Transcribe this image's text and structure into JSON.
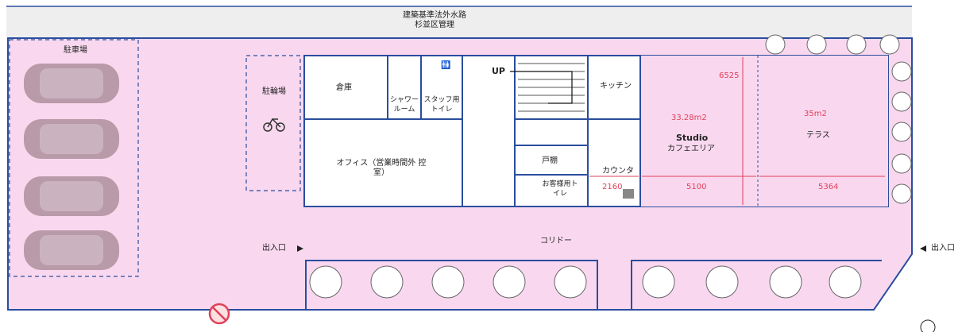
{
  "waterway": {
    "line1": "建築基準法外水路",
    "line2": "杉並区管理"
  },
  "parking": {
    "label": "駐車場",
    "car_count": 4
  },
  "bicycle_parking": {
    "label": "駐輪場",
    "icon": "bicycle-icon"
  },
  "rooms": {
    "storage": "倉庫",
    "shower": "シャワールーム",
    "staff_toilet": "スタッフ用トイレ",
    "office": "オフィス（営業時間外 控室）",
    "kitchen": "キッチン",
    "closet": "戸棚",
    "guest_toilet": "お客様用トイレ",
    "counter": "カウンタ",
    "corridor": "コリドー",
    "studio_title": "Studio",
    "studio_sub": "カフェエリア",
    "terrace": "テラス"
  },
  "stairs": {
    "label": "UP"
  },
  "areas": {
    "studio": "33.28m2",
    "terrace": "35m2"
  },
  "dimensions": {
    "counter_width": "2160",
    "studio_width": "5100",
    "terrace_width": "5364",
    "studio_depth": "6525"
  },
  "entrances": {
    "west": "出入口",
    "east": "出入口"
  },
  "colors": {
    "floor": "#f9d8ef",
    "parking_car": "#b89aa8",
    "wall": "#2a4d9e",
    "dimension": "#e0405a",
    "waterway": "#eeeeee"
  },
  "icons": [
    "toilet-icon",
    "bicycle-icon",
    "tree-icon",
    "no-smoking-icon",
    "register-icon",
    "compass-icon"
  ]
}
